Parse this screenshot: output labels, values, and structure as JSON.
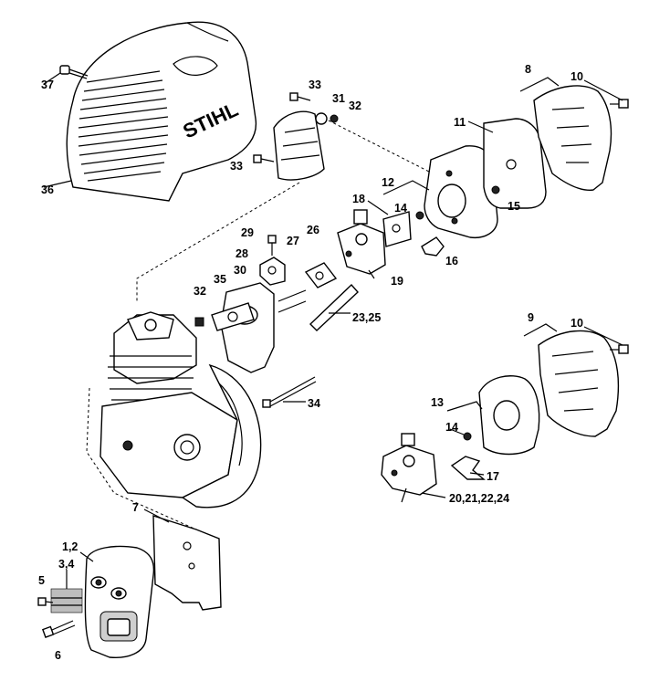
{
  "brand": "STIHL",
  "labels": {
    "p1_2": "1,2",
    "p3_4": "3,4",
    "p5": "5",
    "p6": "6",
    "p7": "7",
    "p8": "8",
    "p9": "9",
    "p10a": "10",
    "p10b": "10",
    "p11": "11",
    "p12": "12",
    "p13": "13",
    "p14a": "14",
    "p14b": "14",
    "p15": "15",
    "p16": "16",
    "p17": "17",
    "p18": "18",
    "p19": "19",
    "p20_24": "20,21,22,24",
    "p23_25": "23,25",
    "p26": "26",
    "p27": "27",
    "p28": "28",
    "p29": "29",
    "p30": "30",
    "p31": "31",
    "p32a": "32",
    "p32b": "32",
    "p33a": "33",
    "p33b": "33",
    "p34": "34",
    "p35": "35",
    "p36": "36",
    "p37": "37"
  }
}
